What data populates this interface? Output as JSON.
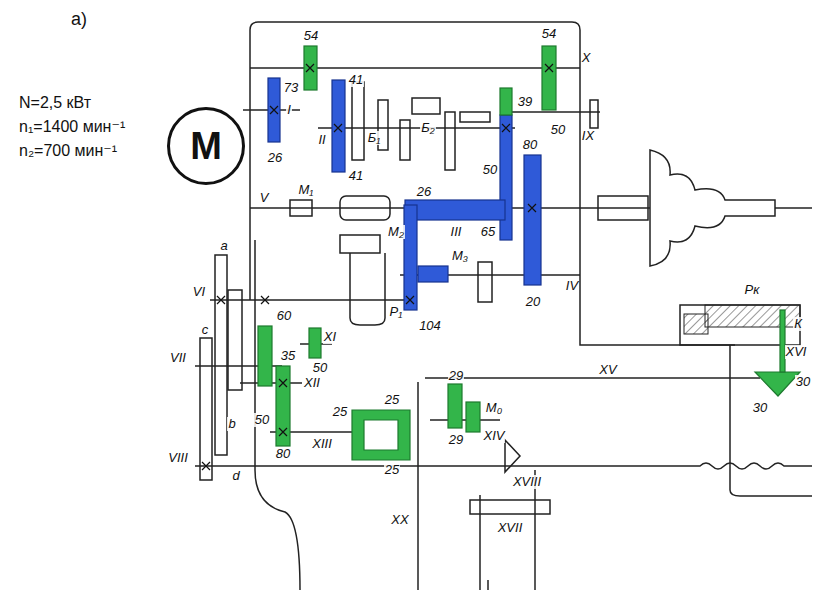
{
  "diagram": {
    "nodes": [
      {
        "text": [
          "M"
        ]
      }
    ],
    "labels": [
      "а)",
      "N=2,5 кВт",
      "n₁=1400 мин⁻¹",
      "n₂=700 мин⁻¹",
      "54",
      "41",
      "54",
      "X",
      "73",
      "I",
      "39",
      "IX",
      "50",
      "26",
      "II",
      "Б₁",
      "Б₂",
      "41",
      "80",
      "50",
      "V",
      "M₁",
      "26",
      "M₂",
      "III",
      "65",
      "M₃",
      "IV",
      "20",
      "104",
      "Р₁",
      "a",
      "VI",
      "60",
      "XI",
      "50",
      "35",
      "c",
      "VII",
      "XII",
      "50",
      "b",
      "80",
      "XIII",
      "25",
      "25",
      "25",
      "29",
      "29",
      "XV",
      "M₀",
      "XIV",
      "VIII",
      "d",
      "XVIII",
      "XX",
      "XVII",
      "Рк",
      "К",
      "XVI",
      "30",
      "30"
    ]
  }
}
